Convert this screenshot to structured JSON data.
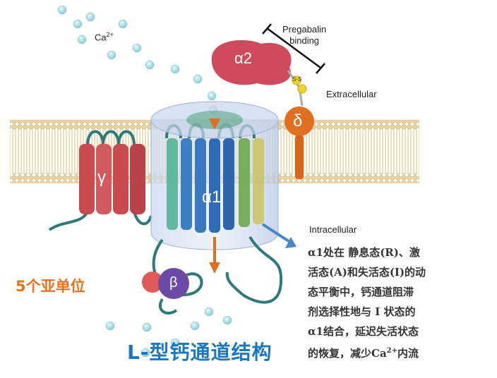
{
  "labels": {
    "ca": "Ca",
    "ca_sup": "2+",
    "pregabalin_line1": "Pregabalin",
    "pregabalin_line2": "binding",
    "extracellular": "Extracellular",
    "intracellular": "Intracellular",
    "subunits": "5个亚单位",
    "title": "L-型钙通道结构"
  },
  "subunits": {
    "alpha2": "α2",
    "delta": "δ",
    "gamma": "γ",
    "alpha1": "α1",
    "beta": "β",
    "disulfide": "S-S"
  },
  "description": {
    "line1": "α1处在 静息态(R)、激",
    "line2": "活态(A)和失活态(I)的动",
    "line3": "态平衡中，钙通道阻滞",
    "line4": "剂选择性地与 I 状态的",
    "line5": "α1结合，延迟失活状态",
    "line6_pre": "的恢复，减少Ca",
    "line6_sup": "2+",
    "line6_post": "内流"
  },
  "colors": {
    "membrane": "#e3c58a",
    "head": "#e8d2a0",
    "ion": "#9fd6de",
    "alpha2": "#cf4a5c",
    "delta": "#e07021",
    "gamma": "#c84b50",
    "alpha1": "#2e6db5",
    "beta_purple": "#6c4aa8",
    "beta_red": "#e15a5a",
    "linker": "#2e7a7a",
    "subtitle": "#e8711d",
    "title": "#1a78c2",
    "arrow": "#4a86c7"
  }
}
